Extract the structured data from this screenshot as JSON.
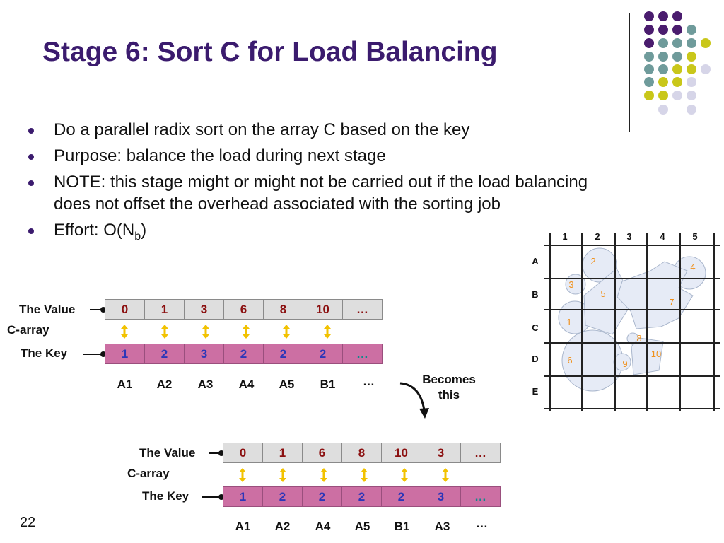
{
  "slide": {
    "title": "Stage 6: Sort C for Load Balancing",
    "page_number": "22"
  },
  "bullets": [
    {
      "text": "Do a parallel radix sort on the array C based on the key"
    },
    {
      "text": "Purpose: balance the load during next stage"
    },
    {
      "text": "NOTE: this stage might or might not be carried out if the load balancing does not offset the overhead associated with the sorting job"
    },
    {
      "text_prefix": "Effort: O(N",
      "subscript": "b",
      "text_suffix": ")"
    }
  ],
  "diagram_top": {
    "value_label": "The Value",
    "array_label": "C-array",
    "key_label": "The Key",
    "values": [
      "0",
      "1",
      "3",
      "6",
      "8",
      "10",
      "…"
    ],
    "keys": [
      "1",
      "2",
      "3",
      "2",
      "2",
      "2",
      "…"
    ],
    "names": [
      "A1",
      "A2",
      "A3",
      "A4",
      "A5",
      "B1",
      "…"
    ]
  },
  "becomes": {
    "line1": "Becomes",
    "line2": "this"
  },
  "diagram_bottom": {
    "value_label": "The Value",
    "array_label": "C-array",
    "key_label": "The Key",
    "values": [
      "0",
      "1",
      "6",
      "8",
      "10",
      "3",
      "…"
    ],
    "keys": [
      "1",
      "2",
      "2",
      "2",
      "2",
      "3",
      "…"
    ],
    "names": [
      "A1",
      "A2",
      "A4",
      "A5",
      "B1",
      "A3",
      "…"
    ]
  },
  "grid": {
    "col_labels": [
      "1",
      "2",
      "3",
      "4",
      "5"
    ],
    "row_labels": [
      "A",
      "B",
      "C",
      "D",
      "E"
    ],
    "item_labels": [
      "2",
      "4",
      "3",
      "5",
      "7",
      "1",
      "8",
      "10",
      "6",
      "9"
    ]
  },
  "colors": {
    "title": "#3b1b6e",
    "value_cell": "#dedede",
    "value_text": "#8b1010",
    "key_cell": "#cc6fa3",
    "key_text": "#2c36b8",
    "link_arrow": "#f2c200",
    "grid_item_label": "#f0901a",
    "shape_fill": "#e6ebf6"
  }
}
